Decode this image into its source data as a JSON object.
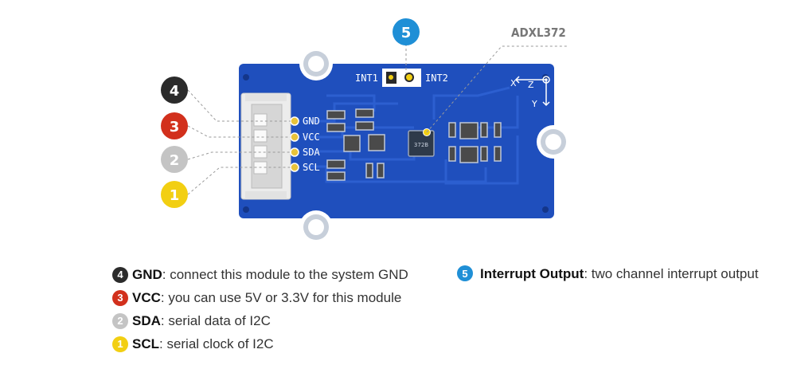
{
  "chip_label": "ADXL372",
  "board_silk": {
    "int1": "INT1",
    "int2": "INT2",
    "axis_x": "X",
    "axis_y": "Y",
    "axis_z": "Z",
    "chip_marking": "372B"
  },
  "pins": [
    {
      "number": "4",
      "silk": "GND",
      "color": "#2b2b2b"
    },
    {
      "number": "3",
      "silk": "VCC",
      "color": "#d2301c"
    },
    {
      "number": "2",
      "silk": "SDA",
      "color": "#c4c4c4"
    },
    {
      "number": "1",
      "silk": "SCL",
      "color": "#f2cf12"
    }
  ],
  "interrupt_badge": {
    "number": "5",
    "color": "#1f8fd6"
  },
  "legend": {
    "items": [
      {
        "number": "4",
        "term": "GND",
        "desc": ": connect this module to the system GND",
        "color": "#2b2b2b"
      },
      {
        "number": "3",
        "term": "VCC",
        "desc": ": you can use 5V or 3.3V for this module",
        "color": "#d2301c"
      },
      {
        "number": "2",
        "term": "SDA",
        "desc": ": serial data of I2C",
        "color": "#c4c4c4"
      },
      {
        "number": "1",
        "term": "SCL",
        "desc": ": serial clock of I2C",
        "color": "#f2cf12"
      }
    ],
    "interrupt": {
      "number": "5",
      "term": "Interrupt Output",
      "desc": ": two channel interrupt output",
      "color": "#1f8fd6"
    }
  },
  "colors": {
    "pcb": "#1f4fbd",
    "pcb_trace": "#2c5fd0",
    "connector": "#ececec",
    "pad_gold": "#e8c33a"
  }
}
